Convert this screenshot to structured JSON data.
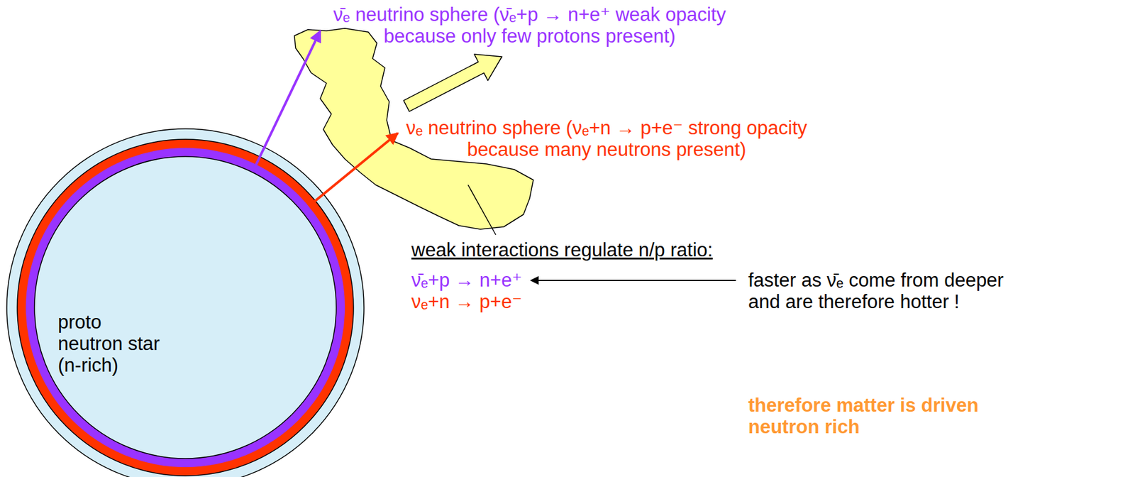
{
  "diagram": {
    "nodes": [
      {
        "text": [
          "proto neutron star (n-rich)"
        ]
      }
    ],
    "labels": [
      "ν̄ₑ neutrino sphere (ν̄ₑ+p → n+e⁺ weak opacity because only few protons present)",
      "νₑ neutrino sphere (νₑ+n → p+e⁻ strong opacity because many neutrons present)",
      "weak interactions regulate n/p ratio:",
      "ν̄ₑ+p → n+e⁺",
      "νₑ+n → p+e⁻",
      "faster as ν̄ₑ come from deeper and are therefore hotter !",
      "therefore matter is driven neutron rich"
    ]
  }
}
